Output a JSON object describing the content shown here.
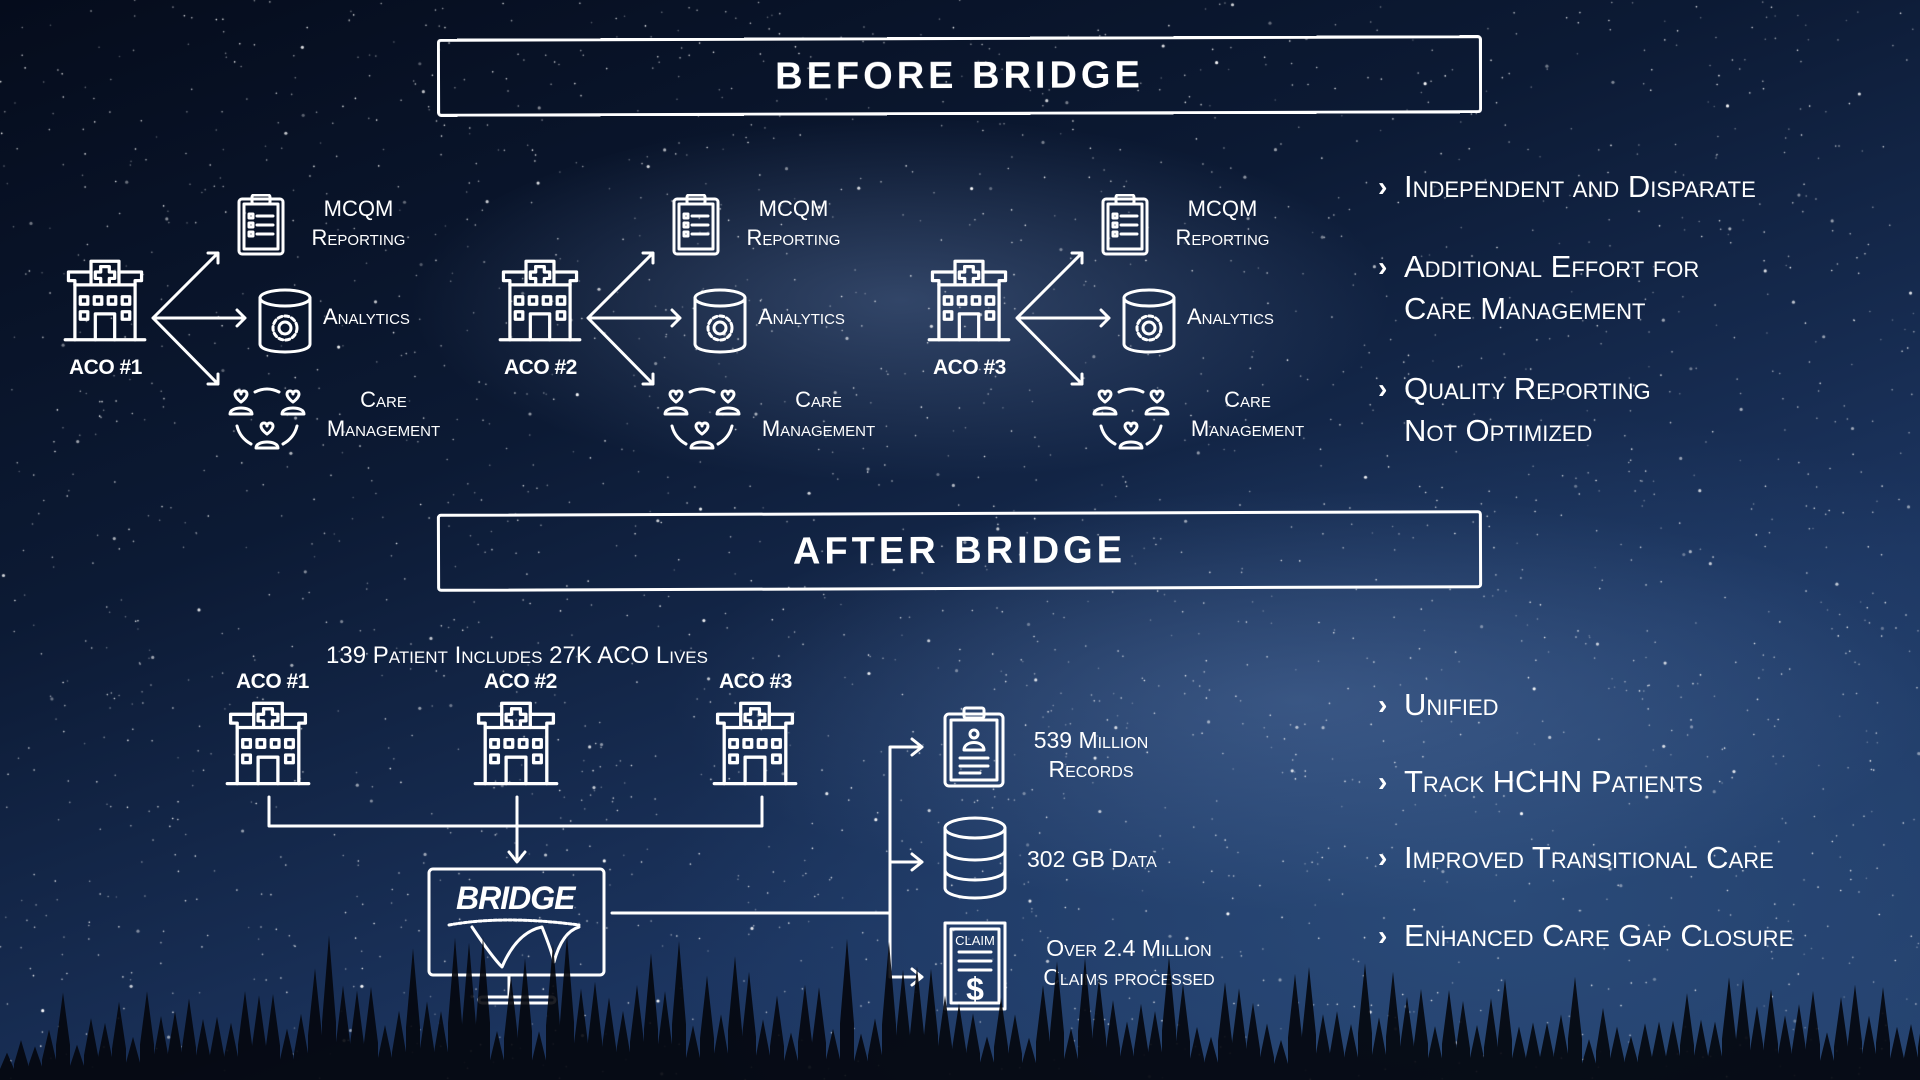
{
  "before": {
    "title": "BEFORE BRIDGE",
    "groups": [
      {
        "aco": "ACO #1",
        "reporting": [
          "MCQM",
          "Reporting"
        ],
        "analytics": "Analytics",
        "care": [
          "Care",
          "Management"
        ]
      },
      {
        "aco": "ACO #2",
        "reporting": [
          "MCQM",
          "Reporting"
        ],
        "analytics": "Analytics",
        "care": [
          "Care",
          "Management"
        ]
      },
      {
        "aco": "ACO #3",
        "reporting": [
          "MCQM",
          "Reporting"
        ],
        "analytics": "Analytics",
        "care": [
          "Care",
          "Management"
        ]
      }
    ],
    "bullets": [
      [
        "Independent and Disparate"
      ],
      [
        "Additional Effort for",
        "Care Management"
      ],
      [
        "Quality Reporting",
        "Not Optimized"
      ]
    ]
  },
  "after": {
    "title": "AFTER BRIDGE",
    "caption": "139 Patient Includes 27K ACO Lives",
    "acos": [
      "ACO #1",
      "ACO #2",
      "ACO #3"
    ],
    "bridge_logo": "BRIDGE",
    "outputs": [
      {
        "icon": "patient-record-clipboard-icon",
        "lines": [
          "539 Million",
          "Records"
        ]
      },
      {
        "icon": "database-icon",
        "lines": [
          "302 GB Data"
        ]
      },
      {
        "icon": "claim-receipt-icon",
        "label": "CLAIM",
        "lines": [
          "Over 2.4 Million",
          "Claims processed"
        ]
      }
    ],
    "bullets": [
      "Unified",
      "Track HCHN Patients",
      "Improved Transitional Care",
      "Enhanced Care Gap Closure"
    ]
  },
  "colors": {
    "line": "#ffffff",
    "sky_dark": "#0c1a34",
    "sky_light": "#223f6c"
  }
}
